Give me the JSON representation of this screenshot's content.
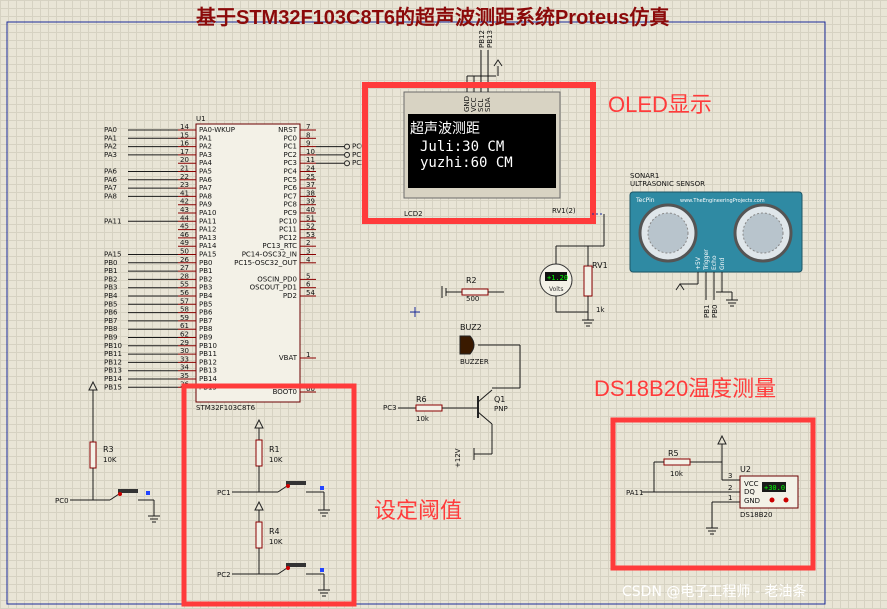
{
  "title": "基于STM32F103C8T6的超声波测距系统Proteus仿真",
  "mcu": {
    "ref": "U1",
    "part": "STM32F103C8T6",
    "left_pins": [
      {
        "num": "14",
        "name": "PA0-WKUP",
        "net": "PA0"
      },
      {
        "num": "15",
        "name": "PA1",
        "net": "PA1"
      },
      {
        "num": "16",
        "name": "PA2",
        "net": "PA2"
      },
      {
        "num": "17",
        "name": "PA3",
        "net": "PA3"
      },
      {
        "num": "20",
        "name": "PA4",
        "net": ""
      },
      {
        "num": "21",
        "name": "PA5",
        "net": "PA6"
      },
      {
        "num": "22",
        "name": "PA6",
        "net": "PA6"
      },
      {
        "num": "23",
        "name": "PA7",
        "net": "PA7"
      },
      {
        "num": "41",
        "name": "PA8",
        "net": "PA8"
      },
      {
        "num": "42",
        "name": "PA9",
        "net": ""
      },
      {
        "num": "43",
        "name": "PA10",
        "net": ""
      },
      {
        "num": "44",
        "name": "PA11",
        "net": "PA11"
      },
      {
        "num": "45",
        "name": "PA12",
        "net": ""
      },
      {
        "num": "46",
        "name": "PA13",
        "net": ""
      },
      {
        "num": "49",
        "name": "PA14",
        "net": ""
      },
      {
        "num": "50",
        "name": "PA15",
        "net": "PA15"
      },
      {
        "num": "26",
        "name": "PB0",
        "net": "PB0"
      },
      {
        "num": "27",
        "name": "PB1",
        "net": "PB1"
      },
      {
        "num": "28",
        "name": "PB2",
        "net": "PB2"
      },
      {
        "num": "55",
        "name": "PB3",
        "net": "PB3"
      },
      {
        "num": "56",
        "name": "PB4",
        "net": "PB4"
      },
      {
        "num": "57",
        "name": "PB5",
        "net": "PB5"
      },
      {
        "num": "58",
        "name": "PB6",
        "net": "PB6"
      },
      {
        "num": "59",
        "name": "PB7",
        "net": "PB7"
      },
      {
        "num": "61",
        "name": "PB8",
        "net": "PB8"
      },
      {
        "num": "62",
        "name": "PB9",
        "net": "PB9"
      },
      {
        "num": "29",
        "name": "PB10",
        "net": "PB10"
      },
      {
        "num": "30",
        "name": "PB11",
        "net": "PB11"
      },
      {
        "num": "33",
        "name": "PB12",
        "net": "PB12"
      },
      {
        "num": "34",
        "name": "PB13",
        "net": "PB13"
      },
      {
        "num": "35",
        "name": "PB14",
        "net": "PB14"
      },
      {
        "num": "36",
        "name": "PB15",
        "net": "PB15"
      }
    ],
    "right_pins": [
      {
        "num": "7",
        "name": "NRST"
      },
      {
        "num": "8",
        "name": "PC0"
      },
      {
        "num": "9",
        "name": "PC1"
      },
      {
        "num": "10",
        "name": "PC2"
      },
      {
        "num": "11",
        "name": "PC3"
      },
      {
        "num": "24",
        "name": "PC4"
      },
      {
        "num": "25",
        "name": "PC5"
      },
      {
        "num": "37",
        "name": "PC6"
      },
      {
        "num": "38",
        "name": "PC7"
      },
      {
        "num": "39",
        "name": "PC8"
      },
      {
        "num": "40",
        "name": "PC9"
      },
      {
        "num": "51",
        "name": "PC10"
      },
      {
        "num": "52",
        "name": "PC11"
      },
      {
        "num": "53",
        "name": "PC12"
      },
      {
        "num": "2",
        "name": "PC13_RTC"
      },
      {
        "num": "3",
        "name": "PC14-OSC32_IN"
      },
      {
        "num": "4",
        "name": "PC15-OSC32_OUT"
      },
      {
        "num": "5",
        "name": "OSCIN_PD0"
      },
      {
        "num": "6",
        "name": "OSCOUT_PD1"
      },
      {
        "num": "54",
        "name": "PD2"
      },
      {
        "num": "1",
        "name": "VBAT"
      },
      {
        "num": "60",
        "name": "BOOT0"
      }
    ],
    "pc_nets": [
      "PC0",
      "PC1",
      "PC2"
    ]
  },
  "oled": {
    "ref": "LCD2",
    "pins": [
      "GND",
      "VCC",
      "SCL",
      "SDA"
    ],
    "nets": [
      "PB12",
      "PB13"
    ],
    "lines": [
      "超声波测距",
      "Juli:30 CM",
      "yuzhi:60 CM"
    ],
    "label": "OLED显示"
  },
  "sonar": {
    "ref": "SONAR1",
    "part": "ULTRASONIC SENSOR",
    "brand": "TecPin",
    "site": "www.TheEngineeringProjects.com",
    "pins": [
      "+5V",
      "Trigger",
      "Echo",
      "Gnd"
    ],
    "nets": [
      "PB1",
      "PB0"
    ],
    "rv_probe": "RV1(2)"
  },
  "meter": {
    "value": "+1.20",
    "unit": "Volts"
  },
  "rv1": {
    "ref": "RV1",
    "value": "1k"
  },
  "r2": {
    "ref": "R2",
    "value": "500"
  },
  "buzzer": {
    "ref": "BUZ2",
    "part": "BUZZER"
  },
  "q1": {
    "ref": "Q1",
    "part": "PNP",
    "supply": "+12V"
  },
  "r6": {
    "ref": "R6",
    "value": "10k",
    "net": "PC3"
  },
  "r3": {
    "ref": "R3",
    "value": "10K",
    "net": "PC0"
  },
  "r1": {
    "ref": "R1",
    "value": "10K",
    "net": "PC1"
  },
  "r4": {
    "ref": "R4",
    "value": "10K",
    "net": "PC2"
  },
  "threshold_label": "设定阈值",
  "ds18b20": {
    "ref": "U2",
    "part": "DS18B20",
    "r_ref": "R5",
    "r_value": "10k",
    "net": "PA11",
    "pins": [
      "VCC",
      "DQ",
      "GND"
    ],
    "pin_nums": [
      "3",
      "2",
      "1"
    ],
    "reading": "+30.0",
    "label": "DS18B20温度测量"
  },
  "watermark": "CSDN @电子工程师 - 老油条"
}
